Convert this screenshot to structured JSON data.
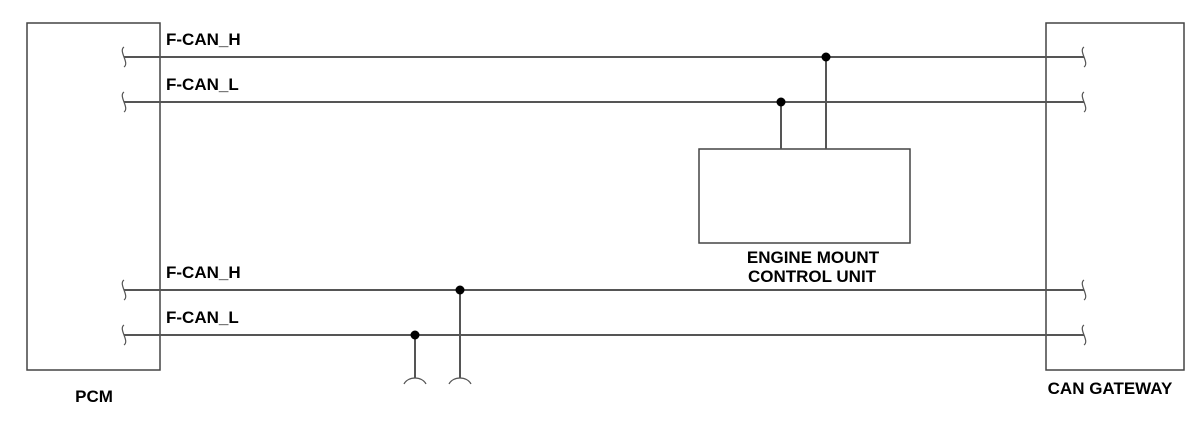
{
  "modules": {
    "pcm": "PCM",
    "can_gateway": "CAN GATEWAY",
    "engine_mount_line1": "ENGINE MOUNT",
    "engine_mount_line2": "CONTROL UNIT"
  },
  "wires": {
    "upper_high": "F-CAN_H",
    "upper_low": "F-CAN_L",
    "lower_high": "F-CAN_H",
    "lower_low": "F-CAN_L"
  },
  "colors": {
    "wire": "#555555",
    "junction": "#000000",
    "text": "#000000"
  }
}
